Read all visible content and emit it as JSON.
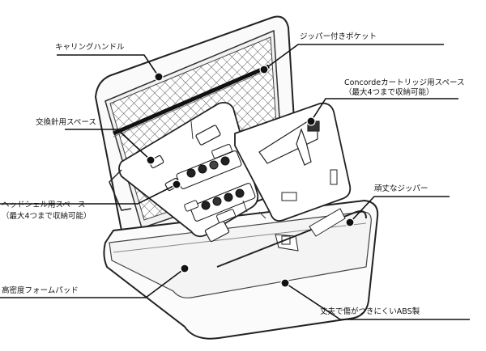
{
  "labels": {
    "carrying_handle": "キャリングハンドル",
    "zipper_pocket": "ジッパー付きポケット",
    "cartridge_space_line1": "Concordeカートリッジ用スペース",
    "cartridge_space_line2": "（最大4つまで収納可能）",
    "stylus_space": "交換針用スペース",
    "sturdy_zipper": "頑丈なジッパー",
    "headshell_space_line1": "ヘッドシェル用スペース",
    "headshell_space_line2": "（最大4つまで収納可能）",
    "high_density_foam": "高密度フォームパッド",
    "abs_body": "丈夫で傷がつきにくいABS製"
  }
}
